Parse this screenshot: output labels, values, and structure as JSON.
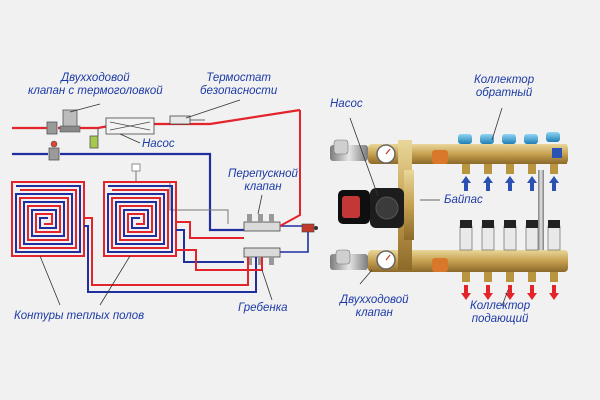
{
  "colors": {
    "hot_pipe": "#e3242b",
    "cold_pipe": "#1f2fa0",
    "label": "#1c3aa6",
    "brass": "#c8a85a",
    "valve_blue": "#3aa7d8",
    "background": "#f1f1f1"
  },
  "labels": {
    "two_way_valve_thermohead": [
      "Двухходовой",
      "клапан с термоголовкой"
    ],
    "safety_thermostat": [
      "Термостат",
      "безопасности"
    ],
    "pump_left": "Насос",
    "bypass_valve": [
      "Перепускной",
      "клапан"
    ],
    "floor_circuits": "Контуры теплых полов",
    "manifold_left": "Гребенка",
    "pump_right": "Насос",
    "return_collector": [
      "Коллектор",
      "обратный"
    ],
    "bypass": "Байпас",
    "two_way_valve": [
      "Двухходовой",
      "клапан"
    ],
    "supply_collector": [
      "Коллектор",
      "подающий"
    ]
  }
}
